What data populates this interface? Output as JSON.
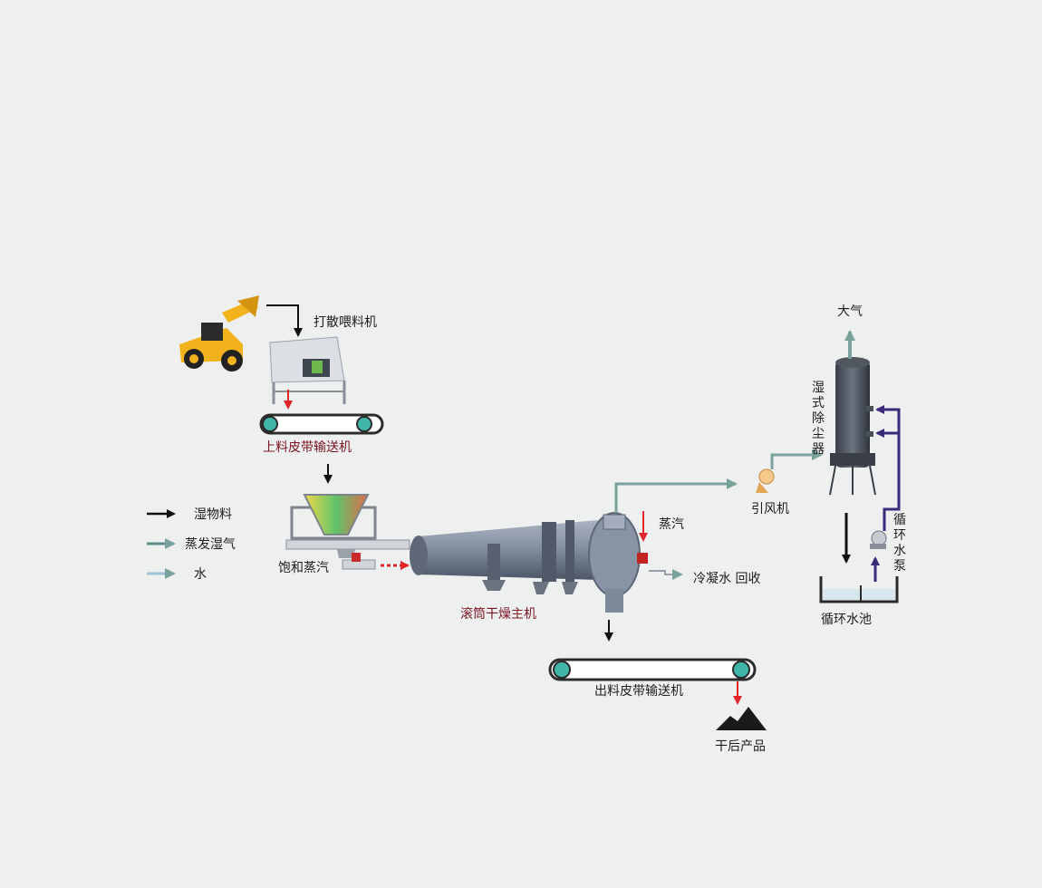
{
  "labels": {
    "scatter_feeder": "打散喂料机",
    "loading_conveyor": "上料皮带输送机",
    "saturated_steam": "饱和蒸汽",
    "rotary_dryer": "滚筒干燥主机",
    "steam": "蒸汽",
    "condensate_recovery": "冷凝水 回收",
    "discharge_conveyor": "出料皮带输送机",
    "dried_product": "干后产品",
    "induced_fan": "引风机",
    "atmosphere": "大气",
    "wet_scrubber": [
      "湿",
      "式",
      "除",
      "尘",
      "器"
    ],
    "circulation_pump": [
      "循",
      "环",
      "水",
      "泵"
    ],
    "circulation_pool": "循环水池"
  },
  "legend": [
    {
      "label": "湿物料",
      "color": "#111111"
    },
    {
      "label": "蒸发湿气",
      "color": "#5b8c87"
    },
    {
      "label": "水",
      "color": "#9fc3d4"
    }
  ],
  "colors": {
    "material": "#111111",
    "steam_red": "#e0262b",
    "vapor": "#7aa29d",
    "water": "#9fc3d4",
    "circulation": "#3b2a7a",
    "loader_yellow": "#f2b21b",
    "conveyor_teal": "#3fb6a8",
    "dryer_body": "#7d8a9c"
  },
  "icons": [
    "loader-icon",
    "feeder-icon",
    "hopper-icon",
    "fan-icon",
    "pump-icon",
    "scrubber-tower-icon",
    "product-pile-icon"
  ]
}
